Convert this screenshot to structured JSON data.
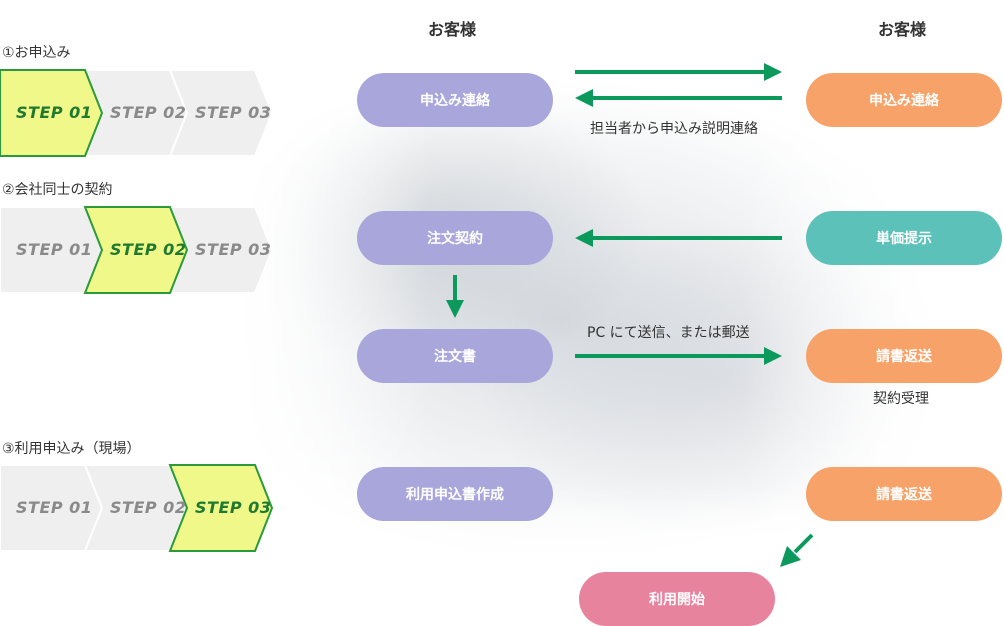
{
  "headers": {
    "left_customer": "お客様",
    "right_customer": "お客様"
  },
  "sections": [
    {
      "title": "①お申込み",
      "steps": [
        "STEP 01",
        "STEP 02",
        "STEP 03"
      ],
      "active": 0
    },
    {
      "title": "②会社同士の契約",
      "steps": [
        "STEP 01",
        "STEP 02",
        "STEP 03"
      ],
      "active": 1
    },
    {
      "title": "③利用申込み（現場）",
      "steps": [
        "STEP 01",
        "STEP 02",
        "STEP 03"
      ],
      "active": 2
    }
  ],
  "left_column": {
    "apply_contact": "申込み連絡",
    "order_contract": "注文契約",
    "order_form": "注文書",
    "usage_form": "利用申込書作成"
  },
  "right_column": {
    "apply_contact": "申込み連絡",
    "unit_price": "単価提示",
    "invoice_return": "請書返送",
    "invoice_return_2": "請書返送"
  },
  "notes": {
    "staff_contact": "担当者から申込み説明連絡",
    "send_method": "PC にて送信、または郵送",
    "contract_accepted": "契約受理"
  },
  "start_usage": "利用開始",
  "colors": {
    "arrow_green": "#0c9a5c",
    "step_active_fill": "#f0f88a",
    "step_active_border": "#2a9a3a",
    "step_inactive_fill": "#efefef",
    "purple": "#a9a6dc",
    "orange": "#f7a268",
    "teal": "#5cc1b9",
    "pink": "#e8839e"
  }
}
